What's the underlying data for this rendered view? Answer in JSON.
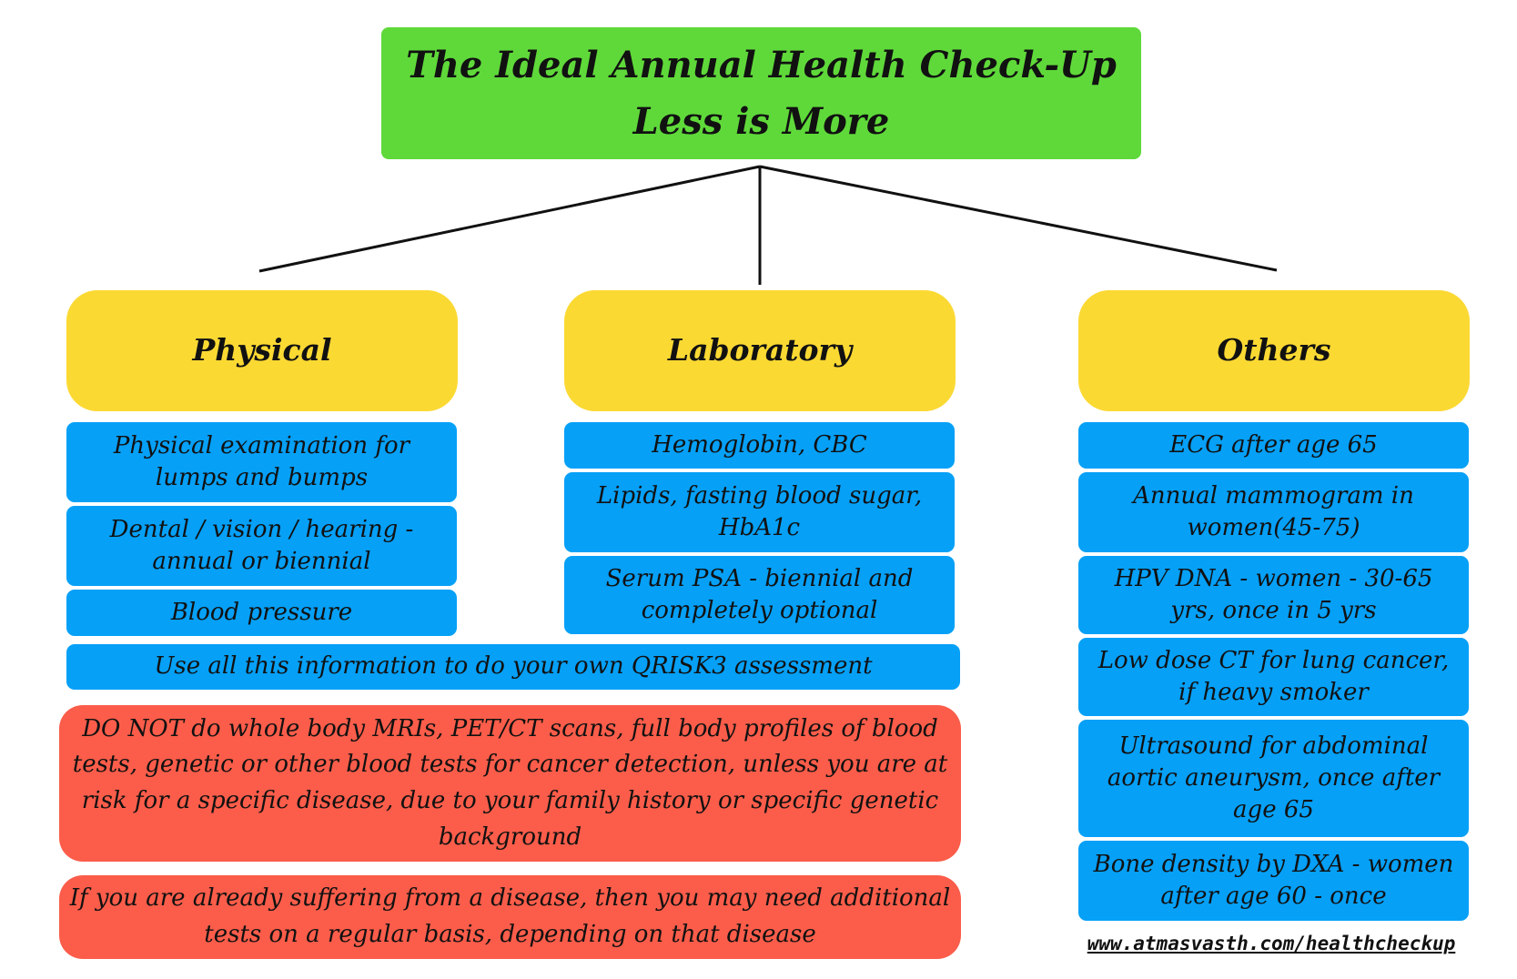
{
  "title": {
    "line1": "The Ideal Annual Health Check-Up",
    "line2": "Less is More"
  },
  "categories": [
    {
      "label": "Physical",
      "items": [
        "Physical examination for lumps and bumps",
        "Dental / vision / hearing - annual or biennial",
        "Blood pressure"
      ]
    },
    {
      "label": "Laboratory",
      "items": [
        "Hemoglobin, CBC",
        "Lipids, fasting blood sugar, HbA1c",
        "Serum PSA - biennial and completely optional"
      ]
    },
    {
      "label": "Others",
      "items": [
        "ECG after age 65",
        "Annual mammogram  in women(45-75)",
        "HPV DNA - women - 30-65 yrs, once in 5 yrs",
        "Low dose CT for lung cancer, if heavy smoker",
        "Ultrasound for abdominal aortic aneurysm, once after age 65",
        "Bone density by DXA - women after age 60 - once"
      ]
    }
  ],
  "qrisk_note": "Use all this information to do your own QRISK3 assessment",
  "warnings": [
    "DO NOT do whole body MRIs, PET/CT scans, full body profiles of blood tests, genetic or other blood tests for cancer detection, unless you are at risk for a specific disease, due to your family history or specific genetic background",
    "If you are already suffering from a disease, then you may need additional tests on a regular basis, depending on that disease"
  ],
  "source_url": "www.atmasvasth.com/healthcheckup",
  "colors": {
    "title": "#5fd93a",
    "category": "#fbd933",
    "item": "#06a0f7",
    "warning": "#fb5d4a"
  }
}
